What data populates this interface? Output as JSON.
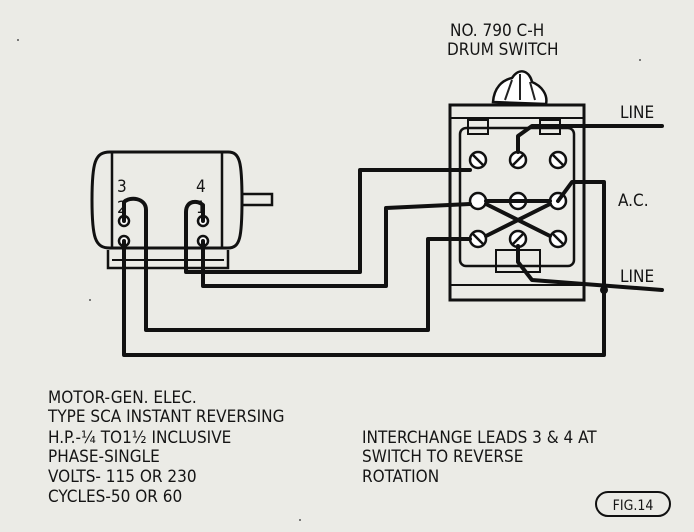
{
  "switch": {
    "model": "NO. 790 C-H",
    "name": "DRUM SWITCH"
  },
  "terminals": {
    "line_top": "LINE",
    "ac": "A.C.",
    "line_bottom": "LINE"
  },
  "motor": {
    "lead3": "3",
    "lead4": "4",
    "lead2": "2",
    "lead1": "1"
  },
  "spec_lines": [
    "MOTOR-GEN. ELEC.",
    "TYPE  SCA  INSTANT REVERSING",
    "H.P.-¼ TO1½ INCLUSIVE",
    "PHASE-SINGLE",
    "VOLTS- 115 OR 230",
    "CYCLES-50 OR 60"
  ],
  "note_lines": [
    "INTERCHANGE LEADS 3 & 4 AT",
    "SWITCH TO REVERSE",
    "ROTATION"
  ],
  "figure_label": "FIG.14"
}
